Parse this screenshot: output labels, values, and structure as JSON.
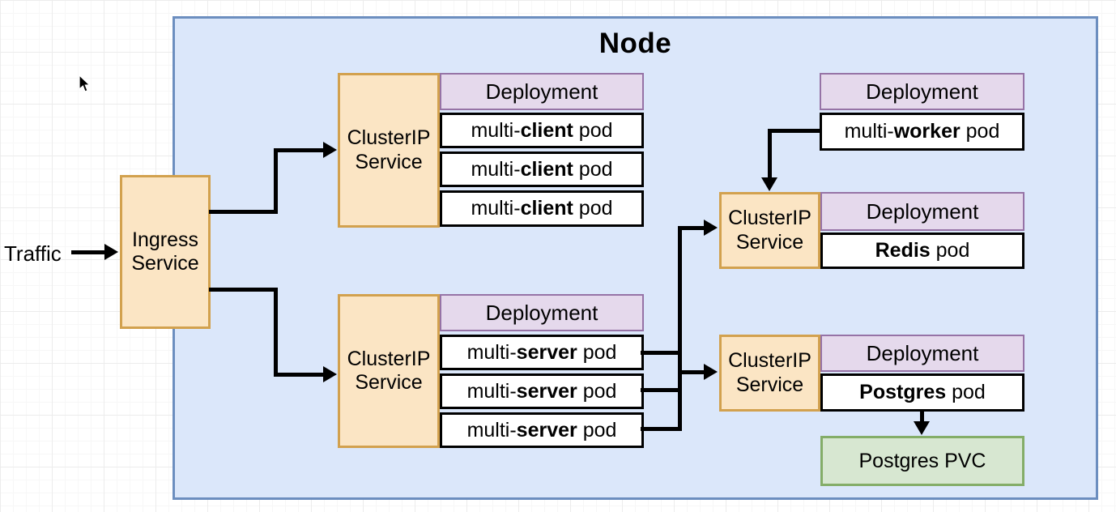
{
  "node": {
    "title": "Node"
  },
  "traffic_label": "Traffic",
  "ingress_service": {
    "label": "Ingress Service"
  },
  "clusterip_service_label": "ClusterIP Service",
  "deployment_label": "Deployment",
  "pods": {
    "client": {
      "prefix": "multi-",
      "bold": "client",
      "suffix": " pod"
    },
    "server": {
      "prefix": "multi-",
      "bold": "server",
      "suffix": " pod"
    },
    "worker": {
      "prefix": "multi-",
      "bold": "worker",
      "suffix": " pod"
    },
    "redis": {
      "prefix": "",
      "bold": "Redis",
      "suffix": " pod"
    },
    "postgres": {
      "prefix": "",
      "bold": "Postgres",
      "suffix": " pod"
    }
  },
  "pvc": {
    "label": "Postgres PVC"
  },
  "colors": {
    "node_fill": "#dbe7fa",
    "node_border": "#6c8ebf",
    "service_fill": "#fbe5c4",
    "service_border": "#d2a14e",
    "deployment_fill": "#e5d9ec",
    "deployment_border": "#9673a6",
    "pvc_fill": "#d7e7d1",
    "pvc_border": "#84ad68",
    "arrow": "#000000"
  }
}
